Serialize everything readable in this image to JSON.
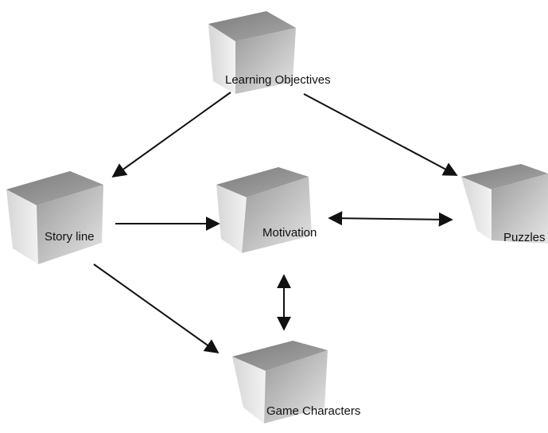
{
  "diagram": {
    "nodes": [
      {
        "id": "learning-objectives",
        "label": "Learning Objectives"
      },
      {
        "id": "story-line",
        "label": "Story line"
      },
      {
        "id": "motivation",
        "label": "Motivation"
      },
      {
        "id": "puzzles",
        "label": "Puzzles"
      },
      {
        "id": "game-characters",
        "label": "Game Characters"
      }
    ],
    "edges": [
      {
        "from": "learning-objectives",
        "to": "story-line",
        "direction": "forward"
      },
      {
        "from": "learning-objectives",
        "to": "puzzles",
        "direction": "forward"
      },
      {
        "from": "story-line",
        "to": "motivation",
        "direction": "forward"
      },
      {
        "from": "story-line",
        "to": "game-characters",
        "direction": "forward"
      },
      {
        "from": "motivation",
        "to": "puzzles",
        "direction": "both"
      },
      {
        "from": "motivation",
        "to": "game-characters",
        "direction": "both"
      }
    ],
    "colors": {
      "line": "#111111",
      "cube_front": "#b0b0b0",
      "cube_top": "#8e8e8e",
      "cube_side": "#dcdcdc"
    }
  }
}
